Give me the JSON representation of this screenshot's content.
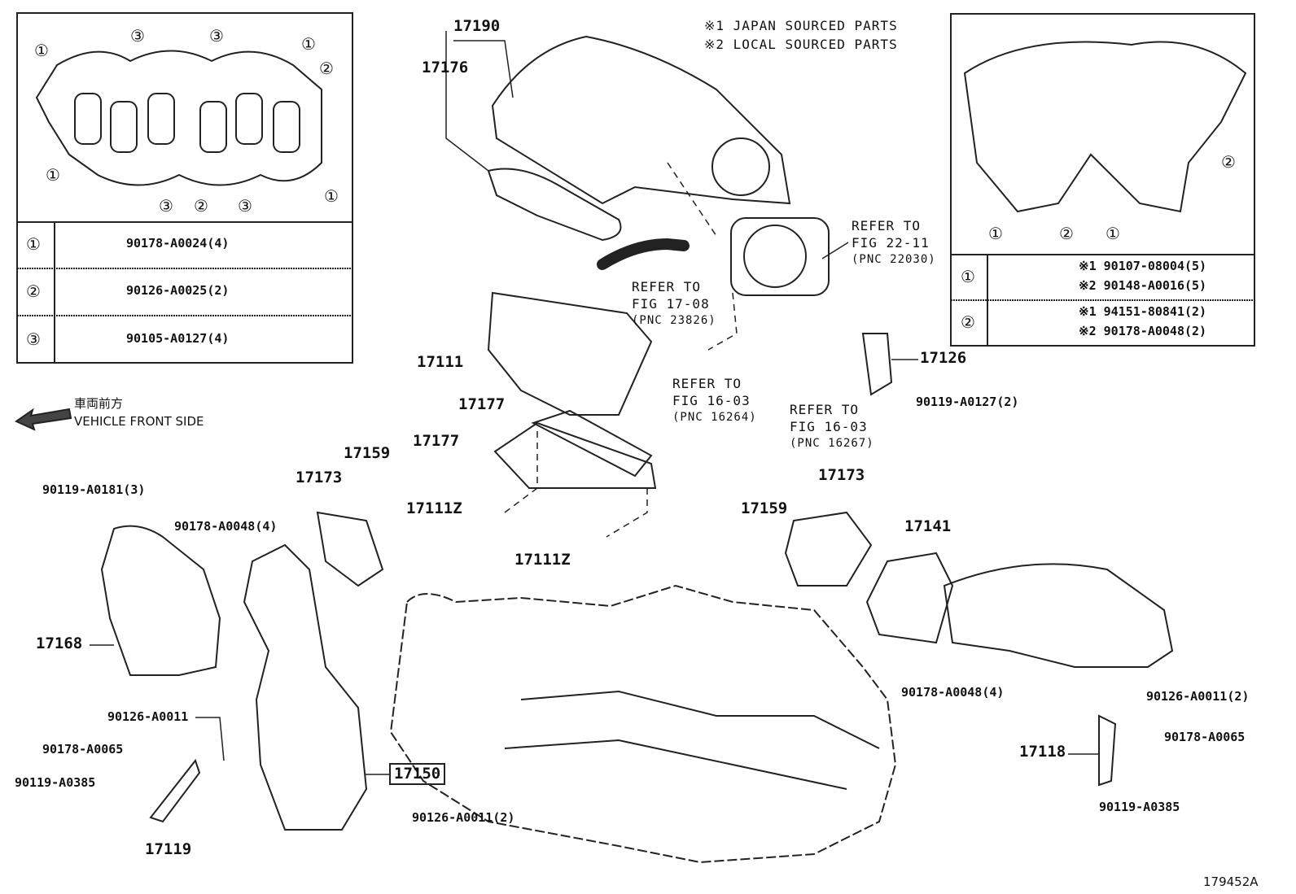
{
  "notes": {
    "n1": "※1 JAPAN SOURCED PARTS",
    "n2": "※2 LOCAL SOURCED PARTS"
  },
  "left_table": {
    "rows": [
      {
        "key": "①",
        "part": "90178-A0024(4)"
      },
      {
        "key": "②",
        "part": "90126-A0025(2)"
      },
      {
        "key": "③",
        "part": "90105-A0127(4)"
      }
    ]
  },
  "right_table": {
    "rows": [
      {
        "key": "①",
        "p1": "※1 90107-08004(5)",
        "p2": "※2 90148-A0016(5)"
      },
      {
        "key": "②",
        "p1": "※1 94151-80841(2)",
        "p2": "※2 90178-A0048(2)"
      }
    ]
  },
  "callouts_left_gasket": [
    "①",
    "③",
    "③",
    "①",
    "②",
    "①",
    "③",
    "②",
    "③",
    "①"
  ],
  "callouts_right_manifold": [
    "②",
    "①",
    "②",
    "①"
  ],
  "front": {
    "jp": "車両前方",
    "en": "VEHICLE FRONT SIDE"
  },
  "refs": [
    {
      "l1": "REFER TO",
      "l2": "FIG 22-11",
      "l3": "(PNC 22030)"
    },
    {
      "l1": "REFER TO",
      "l2": "FIG 17-08",
      "l3": "(PNC 23826)"
    },
    {
      "l1": "REFER TO",
      "l2": "FIG 16-03",
      "l3": "(PNC 16264)"
    },
    {
      "l1": "REFER TO",
      "l2": "FIG 16-03",
      "l3": "(PNC 16267)"
    }
  ],
  "parts": {
    "p17190": "17190",
    "p17176": "17176",
    "p17111": "17111",
    "p17126": "17126",
    "p90119_A0127": "90119-A0127(2)",
    "p17177a": "17177",
    "p17177b": "17177",
    "p17159a": "17159",
    "p17173a": "17173",
    "p90119_A0181": "90119-A0181(3)",
    "p90178_A0048a": "90178-A0048(4)",
    "p17111Za": "17111Z",
    "p17111Zb": "17111Z",
    "p17173b": "17173",
    "p17159b": "17159",
    "p17141": "17141",
    "p17168": "17168",
    "p90178_A0048b": "90178-A0048(4)",
    "p90126_A0011b": "90126-A0011(2)",
    "p90126_A0011": "90126-A0011",
    "p90178_A0065a": "90178-A0065",
    "p90119_A0385a": "90119-A0385",
    "p17150": "17150",
    "p90126_A0011c": "90126-A0011(2)",
    "p17119": "17119",
    "p17118": "17118",
    "p90178_A0065b": "90178-A0065",
    "p90119_A0385b": "90119-A0385"
  },
  "figure_id": "179452A"
}
